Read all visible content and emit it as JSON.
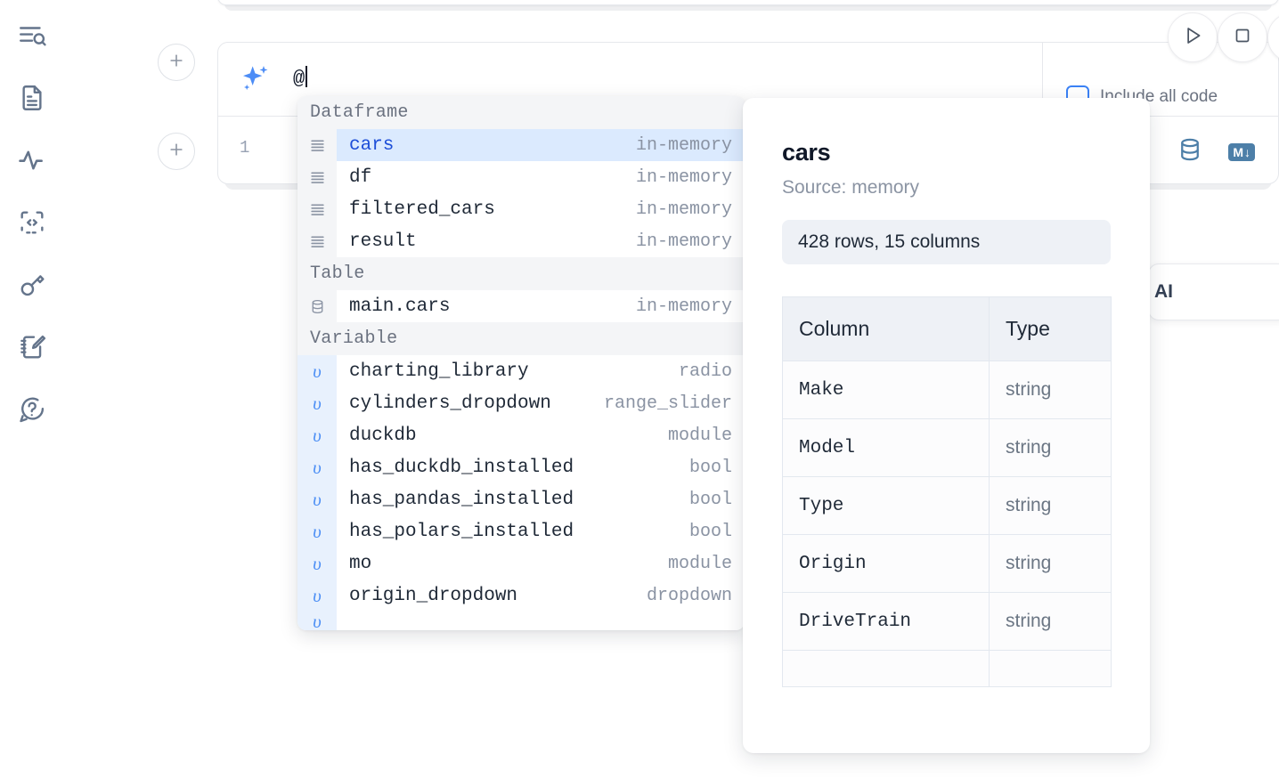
{
  "sidebar": {
    "items": [
      {
        "name": "outline-search-icon",
        "label": "Outline"
      },
      {
        "name": "document-icon",
        "label": "Notebook"
      },
      {
        "name": "activity-icon",
        "label": "Variables"
      },
      {
        "name": "code-brackets-icon",
        "label": "Snippets"
      },
      {
        "name": "key-icon",
        "label": "Secrets"
      },
      {
        "name": "scratchpad-edit-icon",
        "label": "Scratchpad"
      },
      {
        "name": "help-chat-icon",
        "label": "Help"
      }
    ]
  },
  "toolbar": {
    "run_label": "Run",
    "stop_label": "Stop",
    "more_label": "More",
    "include_all_code_label": "Include all code",
    "include_all_code_checked": false
  },
  "ai_prompt": {
    "icon": "sparkles-icon",
    "value": "@",
    "placeholder": ""
  },
  "code_cell": {
    "line_number": "1",
    "database_icon": "database-icon",
    "markdown_icon": "markdown-icon",
    "markdown_label": "M",
    "markdown_arrow": "↓"
  },
  "ai_chip": {
    "label": "AI"
  },
  "autocomplete": {
    "groups": [
      {
        "title": "Dataframe",
        "icon": "dataframe-rows-icon",
        "items": [
          {
            "name": "cars",
            "type": "in-memory",
            "selected": true
          },
          {
            "name": "df",
            "type": "in-memory",
            "selected": false
          },
          {
            "name": "filtered_cars",
            "type": "in-memory",
            "selected": false
          },
          {
            "name": "result",
            "type": "in-memory",
            "selected": false
          }
        ]
      },
      {
        "title": "Table",
        "icon": "database-icon",
        "items": [
          {
            "name": "main.cars",
            "type": "in-memory",
            "selected": false
          }
        ]
      },
      {
        "title": "Variable",
        "icon": "variable-upsilon-icon",
        "items": [
          {
            "name": "charting_library",
            "type": "radio",
            "selected": false
          },
          {
            "name": "cylinders_dropdown",
            "type": "range_slider",
            "selected": false
          },
          {
            "name": "duckdb",
            "type": "module",
            "selected": false
          },
          {
            "name": "has_duckdb_installed",
            "type": "bool",
            "selected": false
          },
          {
            "name": "has_pandas_installed",
            "type": "bool",
            "selected": false
          },
          {
            "name": "has_polars_installed",
            "type": "bool",
            "selected": false
          },
          {
            "name": "mo",
            "type": "module",
            "selected": false
          },
          {
            "name": "origin_dropdown",
            "type": "dropdown",
            "selected": false
          },
          {
            "name": "",
            "type": "",
            "selected": false
          }
        ]
      }
    ]
  },
  "preview": {
    "title": "cars",
    "source": "Source: memory",
    "stats": "428 rows, 15 columns",
    "table": {
      "headers": [
        "Column",
        "Type"
      ],
      "rows": [
        [
          "Make",
          "string"
        ],
        [
          "Model",
          "string"
        ],
        [
          "Type",
          "string"
        ],
        [
          "Origin",
          "string"
        ],
        [
          "DriveTrain",
          "string"
        ],
        [
          "",
          ""
        ]
      ]
    }
  },
  "colors": {
    "accent": "#4d8df6",
    "selection_bg": "#dbeafe",
    "selection_text": "#1d4ed8",
    "group_header_bg": "#f4f5f7",
    "variable_gutter_bg": "#e8f1fd",
    "muted_text": "#8a93a3",
    "icon_blue": "#4d7fa8"
  }
}
